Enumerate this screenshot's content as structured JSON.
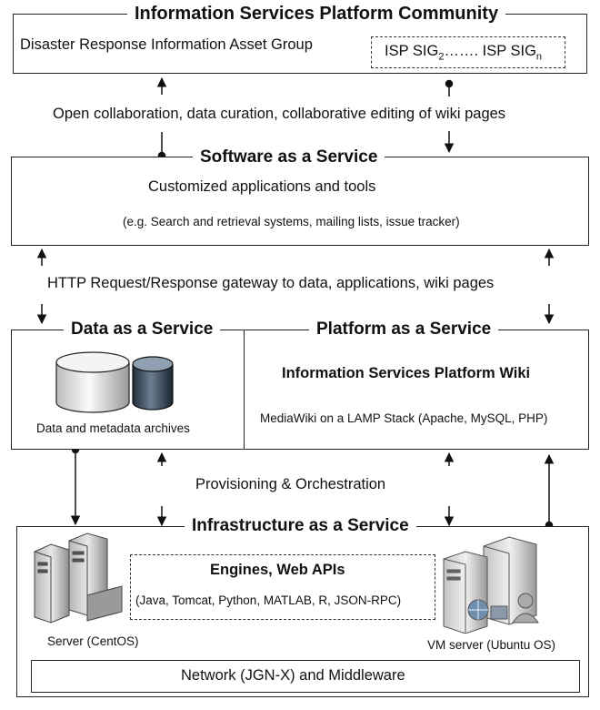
{
  "community": {
    "title": "Information Services Platform Community",
    "asset_group": "Disaster Response Information Asset Group",
    "sig_label": {
      "a": "ISP SIG",
      "sub_a": "2",
      "dots": "……. ",
      "b": "ISP SIG",
      "sub_b": "n"
    }
  },
  "gateway1": "Open collaboration, data curation, collaborative editing of wiki pages",
  "saas": {
    "title": "Software as a Service",
    "line1": "Customized applications and tools",
    "line2": "(e.g. Search and retrieval systems,  mailing lists, issue tracker)"
  },
  "gateway2": "HTTP Request/Response gateway to data, applications, wiki pages",
  "daas": {
    "title": "Data as a Service",
    "caption": "Data and metadata archives"
  },
  "paas": {
    "title": "Platform as a Service",
    "subtitle": "Information Services Platform Wiki",
    "desc": "MediaWiki on a LAMP Stack (Apache, MySQL, PHP)"
  },
  "gateway3": "Provisioning & Orchestration",
  "iaas": {
    "title": "Infrastructure as a Service",
    "engines_title": "Engines, Web APIs",
    "engines_desc": "(Java, Tomcat, Python, MATLAB, R, JSON-RPC)",
    "server_label": "Server (CentOS)",
    "vm_label": "VM server (Ubuntu  OS)",
    "network": "Network (JGN-X) and Middleware"
  },
  "icons": [
    "database-icon",
    "server-icon",
    "vm-server-icon"
  ]
}
